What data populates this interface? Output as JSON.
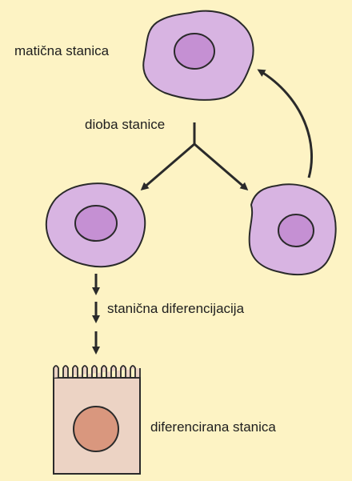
{
  "diagram": {
    "labels": {
      "stem_cell": "matična stanica",
      "cell_division": "dioba stanice",
      "differentiation": "stanična diferencijacija",
      "differentiated_cell": "diferencirana stanica"
    },
    "colors": {
      "background": "#fdf3c4",
      "cell_body": "#d8b4e2",
      "nucleus": "#c590d3",
      "outline": "#2a2a2a",
      "diff_cell_body": "#ecd3c4",
      "diff_nucleus": "#d9977e",
      "arrow": "#2a2a2a"
    }
  }
}
